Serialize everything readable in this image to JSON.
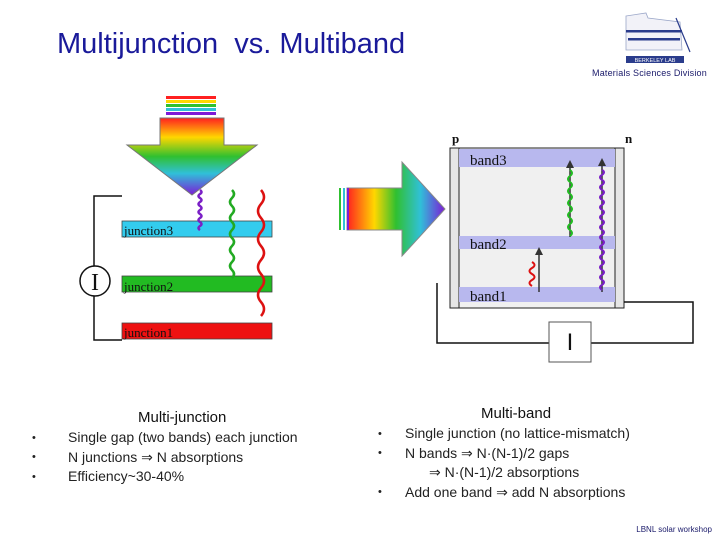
{
  "title": "Multijunction  vs. Multiband",
  "logo": {
    "org_top": "BERKELEY LAB",
    "org_name": "Materials Sciences Division"
  },
  "left_diagram": {
    "junctions": [
      {
        "label": "junction3",
        "color": "#33ccee"
      },
      {
        "label": "junction2",
        "color": "#22bb22"
      },
      {
        "label": "junction1",
        "color": "#ee1111"
      }
    ],
    "meter_label": "I"
  },
  "right_diagram": {
    "p_label": "p",
    "n_label": "n",
    "bands": [
      "band3",
      "band2",
      "band1"
    ],
    "band_color": "#b8b8ee",
    "meter_label": "I"
  },
  "multi_junction": {
    "heading": "Multi-junction",
    "items": [
      "Single gap (two bands) each junction",
      "N junctions ⇒ N absorptions",
      "Efficiency~30-40%"
    ]
  },
  "multi_band": {
    "heading": "Multi-band",
    "items": [
      "Single junction (no lattice-mismatch)",
      "N bands ⇒ N·(N-1)/2 gaps",
      "⇒ N·(N-1)/2 absorptions",
      "Add one band ⇒ add N absorptions"
    ]
  },
  "footer": "LBNL solar workshop"
}
